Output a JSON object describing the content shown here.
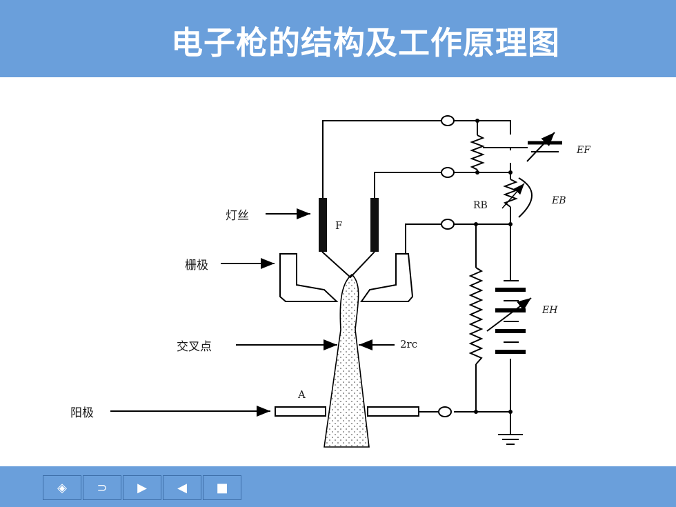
{
  "title": "电子枪的结构及工作原理图",
  "labels": {
    "filament": "灯丝",
    "grid": "栅极",
    "crossover": "交叉点",
    "anode": "阳极",
    "F": "F",
    "A": "A",
    "rc": "2rc",
    "RB": "RB",
    "EF": "EF",
    "EB": "EB",
    "EH": "EH"
  },
  "nav": [
    {
      "icon": "diamond-icon",
      "glyph": "◈"
    },
    {
      "icon": "return-icon",
      "glyph": "⊃"
    },
    {
      "icon": "play-icon",
      "glyph": "▶"
    },
    {
      "icon": "back-icon",
      "glyph": "◀"
    },
    {
      "icon": "stop-icon",
      "glyph": "■"
    }
  ]
}
